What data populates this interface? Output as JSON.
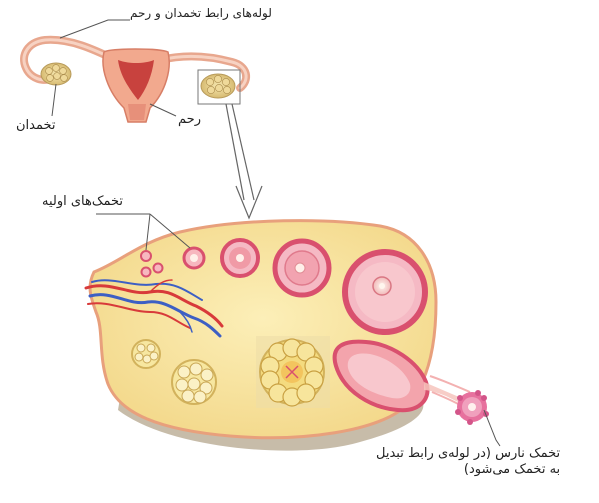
{
  "labels": {
    "fallopian_tubes": "لوله‌های رابط تخمدان و رحم",
    "ovary": "تخمدان",
    "uterus": "رحم",
    "primary_follicles": "تخمک‌های اولیه",
    "ovum_line1": "تخمک نارس (در لوله‌ی رابط تبدیل",
    "ovum_line2": "به تخمک می‌شود)"
  },
  "colors": {
    "ovary_fill": "#f7e29a",
    "ovary_outline": "#e89a7e",
    "follicle_ring": "#d9506e",
    "follicle_inner": "#f5b9c4",
    "uterus_body": "#f2a98e",
    "uterus_inner": "#c8423e",
    "artery": "#d83a3a",
    "vein": "#3d5fc4"
  }
}
